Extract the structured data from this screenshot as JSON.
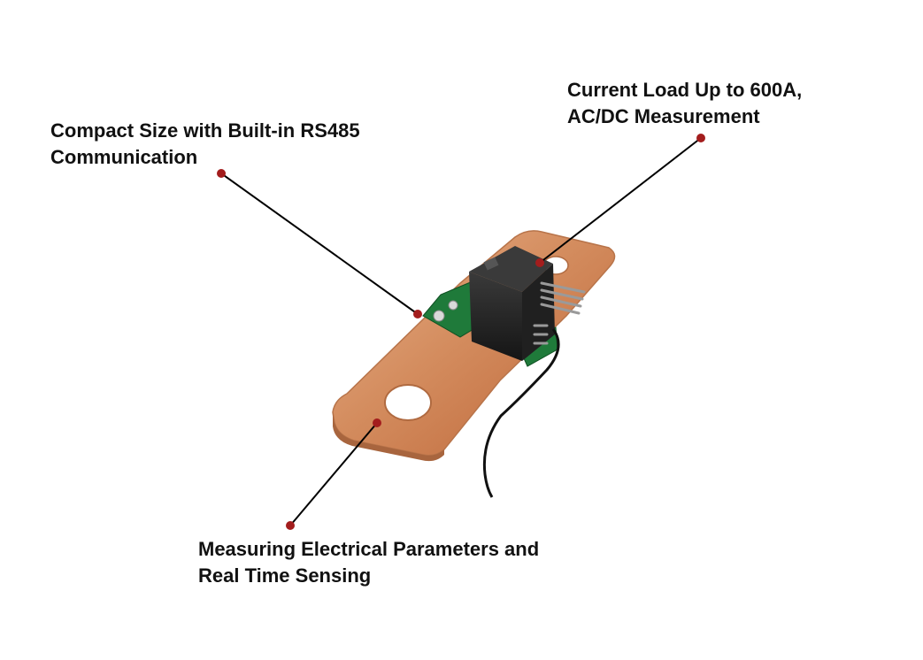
{
  "callouts": {
    "rs485": {
      "line1": "Compact Size with Built-in RS485",
      "line2": "Communication"
    },
    "current": {
      "line1": "Current Load Up to 600A,",
      "line2": "AC/DC Measurement"
    },
    "sensing": {
      "line1": "Measuring Electrical Parameters and",
      "line2": "Real Time Sensing"
    }
  },
  "colors": {
    "marker": "#a31d1d",
    "leader_line": "#000000",
    "copper": "#d9966a",
    "pcb": "#1f7a3a",
    "sensor_body": "#2a2a2a"
  }
}
